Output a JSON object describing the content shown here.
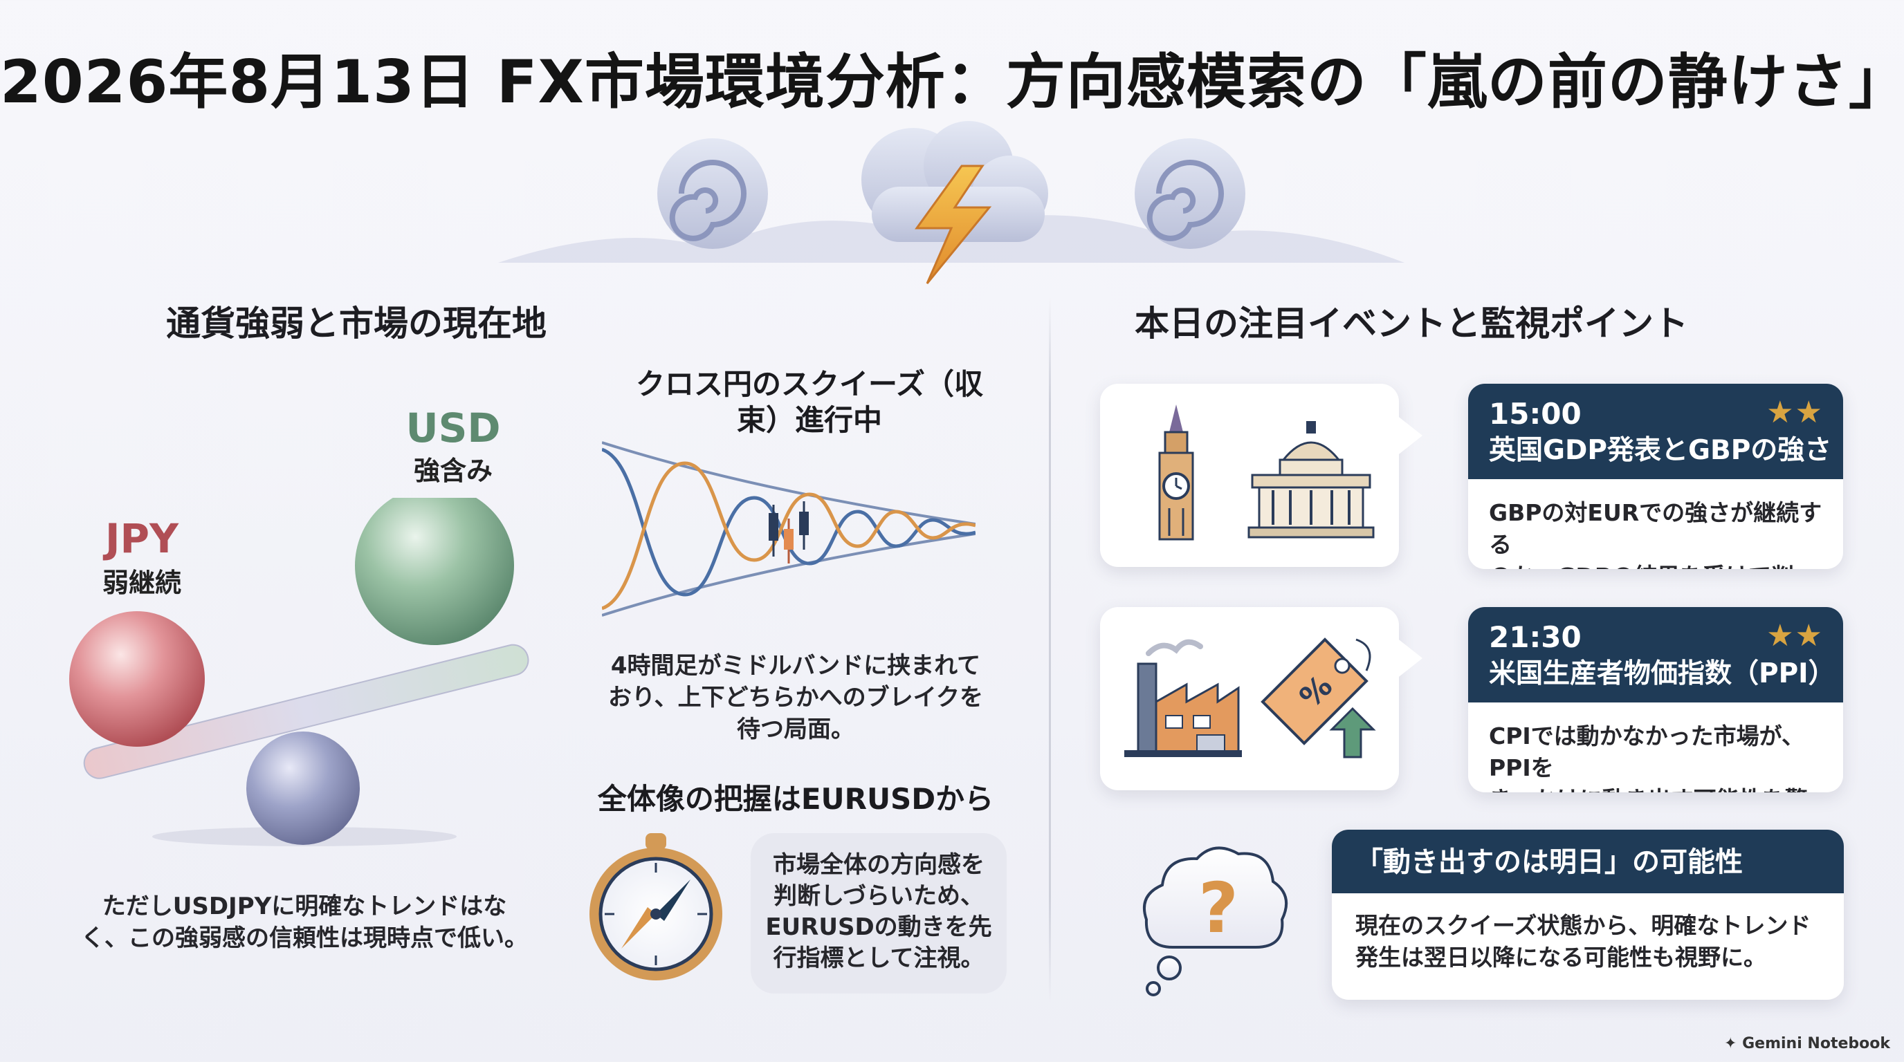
{
  "title": "2026年8月13日 FX市場環境分析：方向感模索の「嵐の前の静けさ」",
  "left": {
    "heading": "通貨強弱と市場の現在地",
    "usd": {
      "code": "USD",
      "status": "強含み"
    },
    "jpy": {
      "code": "JPY",
      "status": "弱継続"
    },
    "seesaw_note_line1": "ただしUSDJPYに明確なトレンドはな",
    "seesaw_note_line2": "く、この強弱感の信頼性は現時点で低い。",
    "squeeze": {
      "title_line1": "クロス円のスクイーズ（収",
      "title_line2": "束）進行中",
      "desc_line1": "4時間足がミドルバンドに挟まれて",
      "desc_line2": "おり、上下どちらかへのブレイクを",
      "desc_line3": "待つ局面。"
    },
    "eurusd": {
      "title": "全体像の把握はEURUSDから",
      "bubble_line1": "市場全体の方向感を",
      "bubble_line2": "判断しづらいため、",
      "bubble_line3": "EURUSDの動きを先",
      "bubble_line4": "行指標として注視。"
    }
  },
  "right": {
    "heading": "本日の注目イベントと監視ポイント",
    "events": [
      {
        "time": "15:00",
        "name": "英国GDP発表とGBPの強さ",
        "stars": "★★",
        "rating": 1.5,
        "body_line1": "GBPの対EURでの強さが継続する",
        "body_line2": "のか、GDPの結果を受けて判断。"
      },
      {
        "time": "21:30",
        "name": "米国生産者物価指数（PPI）",
        "stars": "★★",
        "rating": 2,
        "body_line1": "CPIでは動かなかった市場が、PPIを",
        "body_line2": "きっかけに動き出す可能性を警戒。"
      }
    ],
    "outlook": {
      "title": "「動き出すのは明日」の可能性",
      "body_line1": "現在のスクイーズ状態から、明確なトレンド",
      "body_line2": "発生は翌日以降になる可能性も視野に。"
    }
  },
  "watermark": "Gemini Notebook",
  "colors": {
    "usd": "#5e8a70",
    "jpy": "#b04e55",
    "navy": "#1f3b57",
    "star": "#d9a441",
    "band_blue": "#4a6fa5",
    "band_orange": "#d9954a"
  }
}
